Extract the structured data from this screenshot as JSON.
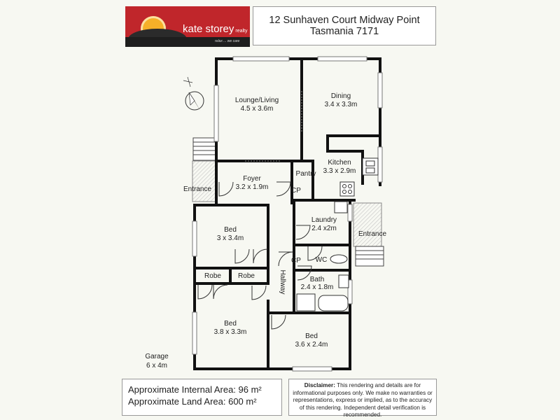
{
  "logo": {
    "brand": "kate storey",
    "brand_suffix": "realty",
    "tagline": "relax ... we care"
  },
  "address": {
    "line1": "12 Sunhaven Court Midway Point",
    "line2": "Tasmania 7171"
  },
  "rooms": [
    {
      "name": "Lounge/Living",
      "size": "4.5 x 3.6m"
    },
    {
      "name": "Dining",
      "size": "3.4 x 3.3m"
    },
    {
      "name": "Kitchen",
      "size": "3.3 x 2.9m"
    },
    {
      "name": "Pantry",
      "size": ""
    },
    {
      "name": "Foyer",
      "size": "3.2 x 1.9m"
    },
    {
      "name": "Entrance",
      "size": ""
    },
    {
      "name": "Laundry",
      "size": "2.4 x2m"
    },
    {
      "name": "Entrance",
      "size": ""
    },
    {
      "name": "Bed",
      "size": "3 x 3.4m"
    },
    {
      "name": "Robe",
      "size": ""
    },
    {
      "name": "Robe",
      "size": ""
    },
    {
      "name": "Hallway",
      "size": ""
    },
    {
      "name": "CP",
      "size": ""
    },
    {
      "name": "CP",
      "size": ""
    },
    {
      "name": "WC",
      "size": ""
    },
    {
      "name": "Bath",
      "size": "2.4 x 1.8m"
    },
    {
      "name": "Bed",
      "size": "3.8 x 3.3m"
    },
    {
      "name": "Bed",
      "size": "3.6 x 2.4m"
    },
    {
      "name": "Garage",
      "size": "6 x 4m"
    }
  ],
  "areas": {
    "internal": "Approximate Internal Area: 96 m²",
    "land": "Approximate Land Area: 600 m²"
  },
  "disclaimer": {
    "title": "Disclaimer:",
    "text": " This rendering and details are for informational purposes only. We make no warranties or representations, express or implied, as to the accuracy of this rendering. Independent detail verification is recommended."
  }
}
